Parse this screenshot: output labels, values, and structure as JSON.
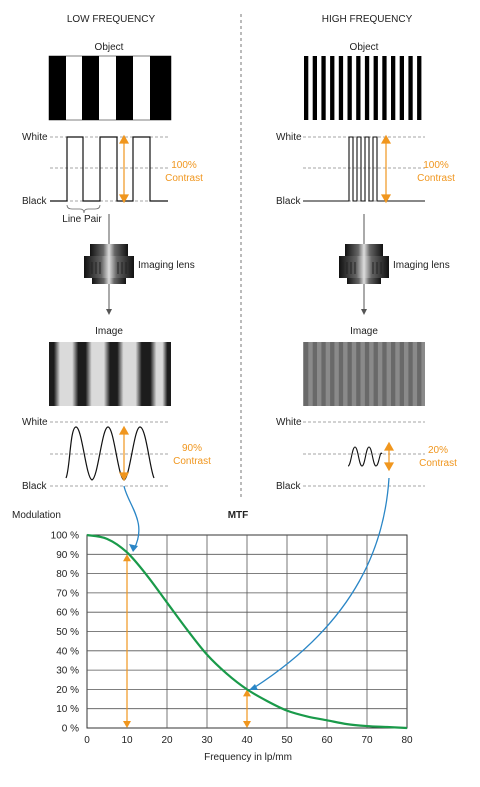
{
  "low": {
    "heading": "LOW FREQUENCY",
    "object_label": "Object",
    "white_label": "White",
    "black_label": "Black",
    "contrast_value": "100%",
    "contrast_word": "Contrast",
    "line_pair_label": "Line Pair",
    "lens_label": "Imaging lens",
    "image_label": "Image",
    "image_white_label": "White",
    "image_black_label": "Black",
    "image_contrast_value": "90%",
    "image_contrast_word": "Contrast"
  },
  "high": {
    "heading": "HIGH FREQUENCY",
    "object_label": "Object",
    "white_label": "White",
    "black_label": "Black",
    "contrast_value": "100%",
    "contrast_word": "Contrast",
    "lens_label": "Imaging lens",
    "image_label": "Image",
    "image_white_label": "White",
    "image_black_label": "Black",
    "image_contrast_value": "20%",
    "image_contrast_word": "Contrast"
  },
  "colors": {
    "accent": "#f0961e",
    "curve": "#1a9a4a",
    "pointer": "#2a86c6"
  },
  "chart_data": {
    "type": "line",
    "title": "MTF",
    "ylabel": "Modulation",
    "xlabel": "Frequency in lp/mm",
    "x_ticks": [
      "0",
      "10",
      "20",
      "30",
      "40",
      "50",
      "60",
      "70",
      "80"
    ],
    "y_ticks": [
      "0 %",
      "10 %",
      "20 %",
      "30 %",
      "40 %",
      "50 %",
      "60 %",
      "70 %",
      "80 %",
      "90 %",
      "100 %"
    ],
    "xlim": [
      0,
      80
    ],
    "ylim": [
      0,
      100
    ],
    "grid": true,
    "series": [
      {
        "x": [
          0,
          5,
          10,
          15,
          20,
          25,
          30,
          35,
          40,
          45,
          50,
          55,
          60,
          65,
          70,
          75,
          80
        ],
        "y": [
          100,
          98,
          91,
          79,
          65,
          51,
          38,
          28,
          20,
          14,
          9,
          6,
          4,
          2,
          1,
          0.5,
          0
        ]
      }
    ],
    "markers": [
      {
        "x": 10,
        "y": 90
      },
      {
        "x": 40,
        "y": 20
      }
    ]
  }
}
